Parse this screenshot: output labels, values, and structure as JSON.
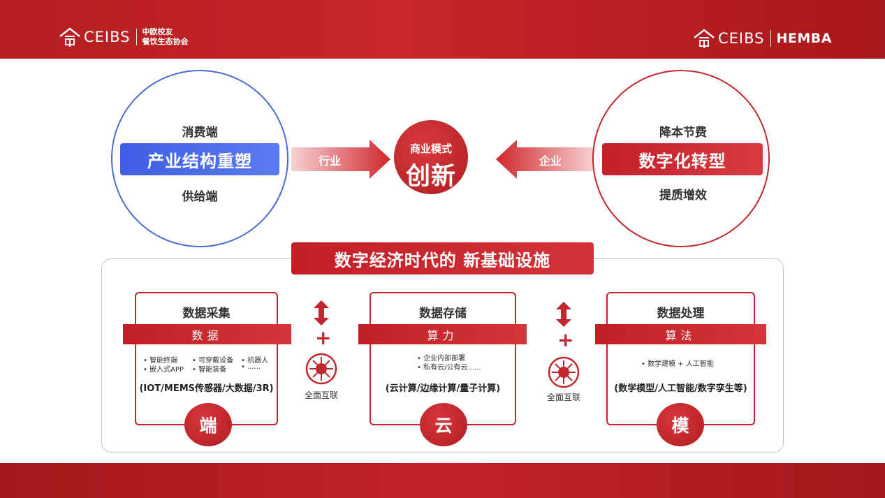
{
  "header": {
    "left_logo": {
      "brand": "CEIBS",
      "sub_line1": "中欧校友",
      "sub_line2": "餐饮生态协会"
    },
    "right_logo": {
      "brand": "CEIBS",
      "brand2": "HEMBA"
    }
  },
  "top": {
    "left_circle": {
      "top_text": "消费端",
      "pill": "产业结构重塑",
      "bottom_text": "供给端"
    },
    "left_arrow_label": "行业",
    "center": {
      "small": "商业模式",
      "big": "创新"
    },
    "right_arrow_label": "企业",
    "right_circle": {
      "top_text": "降本节费",
      "pill": "数字化转型",
      "bottom_text": "提质增效"
    }
  },
  "infra": {
    "title": "数字经济时代的 新基础设施",
    "cards": [
      {
        "title": "数据采集",
        "band": "数据",
        "bullets": [
          "• 智能终端",
          "• 可穿戴设备",
          "• 机器人",
          "• 嵌入式APP",
          "• 智能装备",
          "• ......"
        ],
        "foot": "(IOT/MEMS传感器/大数据/3R)",
        "badge": "端"
      },
      {
        "title": "数据存储",
        "band": "算力",
        "bullets": [
          "• 企业内部部署",
          "• 私有云/公有云......"
        ],
        "foot": "(云计算/边缘计算/量子计算)",
        "badge": "云"
      },
      {
        "title": "数据处理",
        "band": "算法",
        "bullets": [
          "• 数学建模 + 人工智能"
        ],
        "foot": "(数学模型/人工智能/数字孪生等)",
        "badge": "模"
      }
    ],
    "connectors": [
      {
        "plus": "+",
        "label": "全面互联"
      },
      {
        "plus": "+",
        "label": "全面互联"
      }
    ]
  },
  "colors": {
    "brand_red": "#c3262c",
    "accent_blue": "#4a6bd8"
  },
  "icons": [
    "ceibs-logo-icon",
    "globe-network-icon",
    "double-arrow-icon",
    "right-arrow-icon",
    "left-arrow-icon"
  ]
}
